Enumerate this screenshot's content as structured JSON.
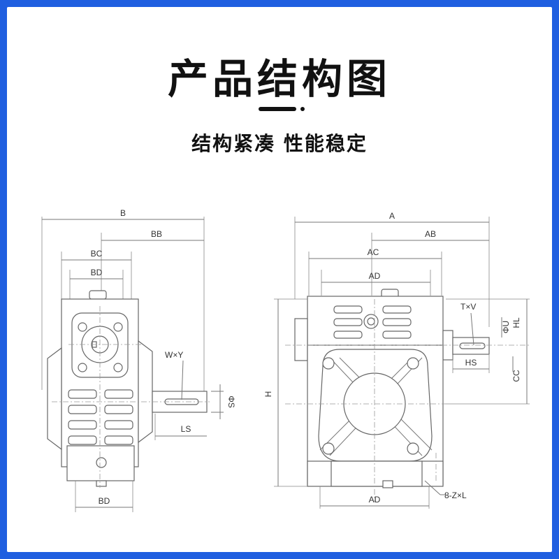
{
  "title": "产品结构图",
  "subtitle": "结构紧凑 性能稳定",
  "diagram": {
    "side_view_labels": {
      "b": "B",
      "bb": "BB",
      "bc": "BC",
      "bd_top": "BD",
      "wxy": "W×Y",
      "os": "ΦS",
      "ls": "LS",
      "bd_bottom": "BD"
    },
    "front_view_labels": {
      "a": "A",
      "ab": "AB",
      "ac": "AC",
      "ad_top": "AD",
      "txv": "T×V",
      "ou": "ΦU",
      "hl": "HL",
      "hs": "HS",
      "cc": "CC",
      "h": "H",
      "ad_bottom": "AD",
      "bolts": "8-Z×L"
    }
  },
  "colors": {
    "border": "#1f5fe0",
    "ink": "#111111",
    "line": "#777777"
  }
}
